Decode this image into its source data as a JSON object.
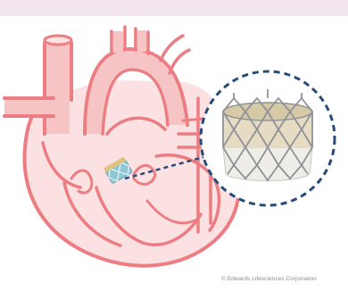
{
  "credit": "© Edwards Lifesciences Corporation",
  "colors": {
    "top_band": "#f3e5ee",
    "heart_line": "#ec7d82",
    "heart_fill": "#f7c4c6",
    "heart_fill_light": "#fbe1e2",
    "dashed_ring": "#274b7a",
    "valve_frame": "#8f9398",
    "valve_leaflet": "#e6dcc3",
    "valve_skirt": "#eeede8",
    "valve_mini_teal": "#8ec8d6",
    "valve_mini_gold": "#e2c27f"
  },
  "icons": {
    "heart": "heart-anatomy-illustration",
    "valve": "transcatheter-valve-illustration"
  }
}
